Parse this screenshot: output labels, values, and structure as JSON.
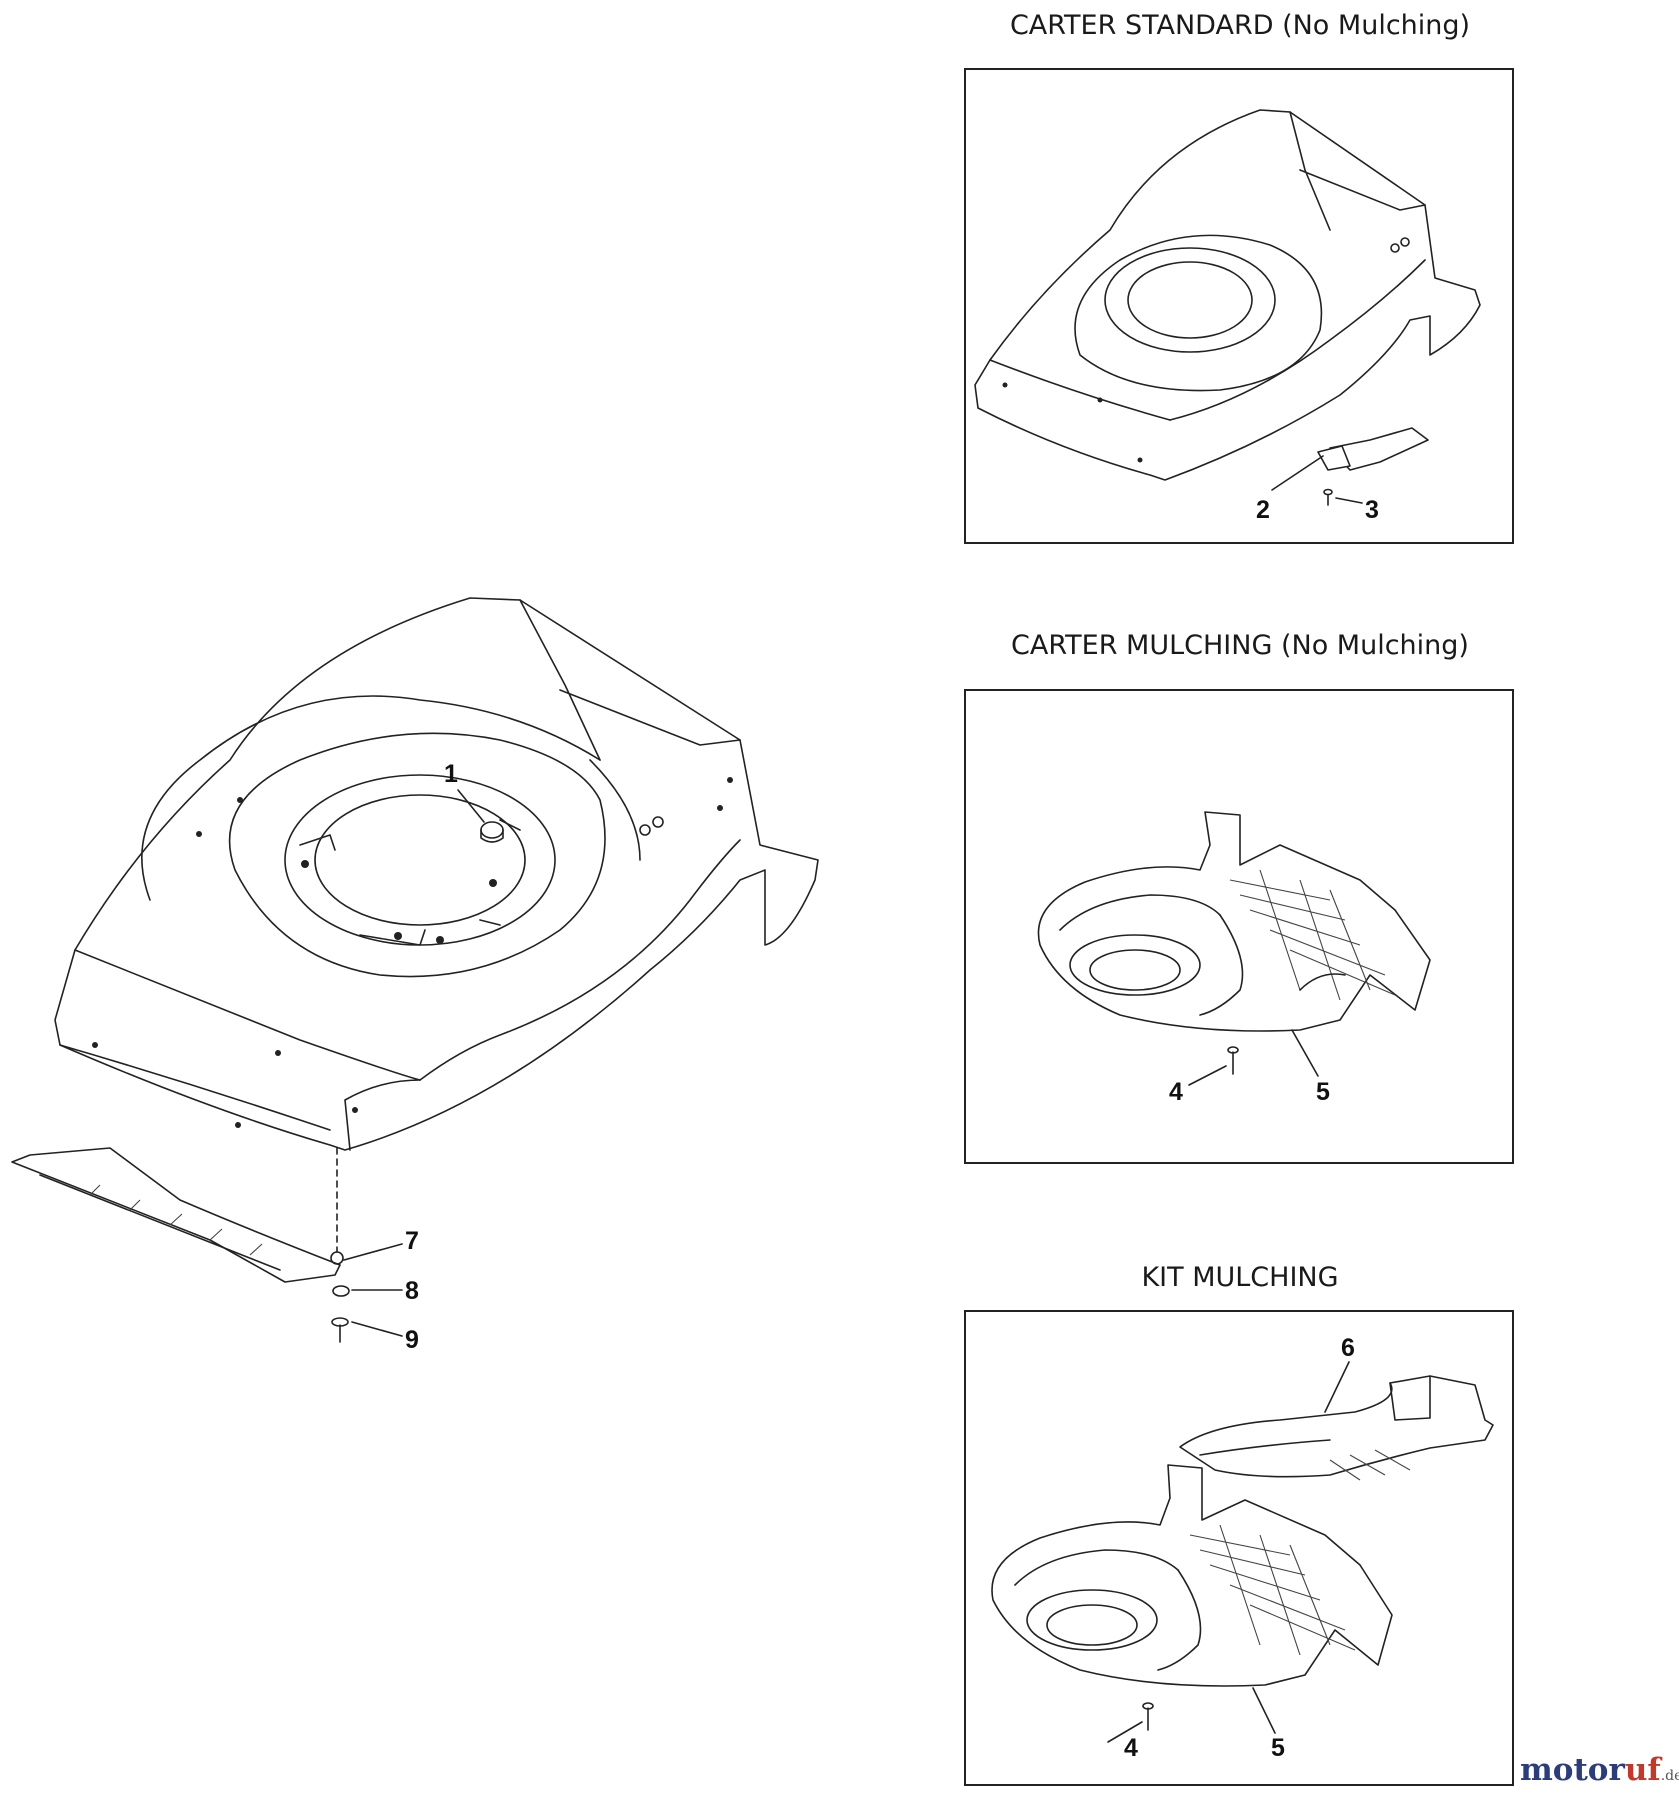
{
  "sections": {
    "standard": {
      "title": "CARTER STANDARD (No Mulching)",
      "labels": [
        "2",
        "3"
      ]
    },
    "mulching": {
      "title": "CARTER MULCHING (No Mulching)",
      "labels": [
        "4",
        "5"
      ]
    },
    "kit": {
      "title": "KIT MULCHING",
      "labels": [
        "6",
        "4",
        "5"
      ]
    }
  },
  "main_labels": [
    "1",
    "7",
    "8",
    "9"
  ],
  "logo": {
    "name_blue": "motor",
    "name_red": "uf",
    "tld": ".de"
  }
}
